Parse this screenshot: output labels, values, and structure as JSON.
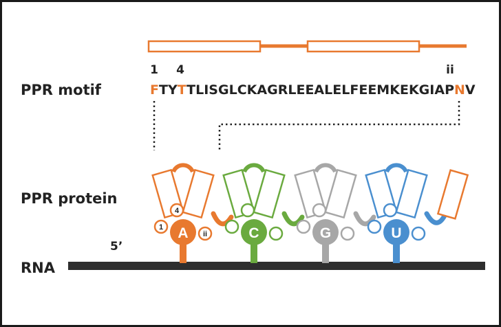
{
  "labels": {
    "ppr_motif": "PPR motif",
    "ppr_protein": "PPR protein",
    "rna": "RNA",
    "five_prime": "5’"
  },
  "positions": {
    "p1": "1",
    "p4": "4",
    "pii": "ii"
  },
  "sequence": {
    "chars": [
      "F",
      "T",
      "Y",
      "T",
      "T",
      "L",
      "I",
      "S",
      "G",
      "L",
      "C",
      "K",
      "A",
      "G",
      "R",
      "L",
      "E",
      "E",
      "A",
      "L",
      "E",
      "L",
      "F",
      "E",
      "E",
      "M",
      "K",
      "E",
      "K",
      "G",
      "I",
      "A",
      "P",
      "N",
      "V"
    ],
    "highlight_indices": [
      0,
      3,
      33
    ]
  },
  "units": [
    {
      "base": "A",
      "color": "#e8792f"
    },
    {
      "base": "C",
      "color": "#6aaa3f"
    },
    {
      "base": "G",
      "color": "#a7a7a7"
    },
    {
      "base": "U",
      "color": "#4a8fcf"
    }
  ],
  "contact_labels": [
    "1",
    "4",
    "ii"
  ],
  "colors": {
    "orange": "#e8792f",
    "green": "#6aaa3f",
    "gray": "#a7a7a7",
    "blue": "#4a8fcf",
    "dark": "#222222",
    "rna_bar": "#2e2e2e"
  }
}
